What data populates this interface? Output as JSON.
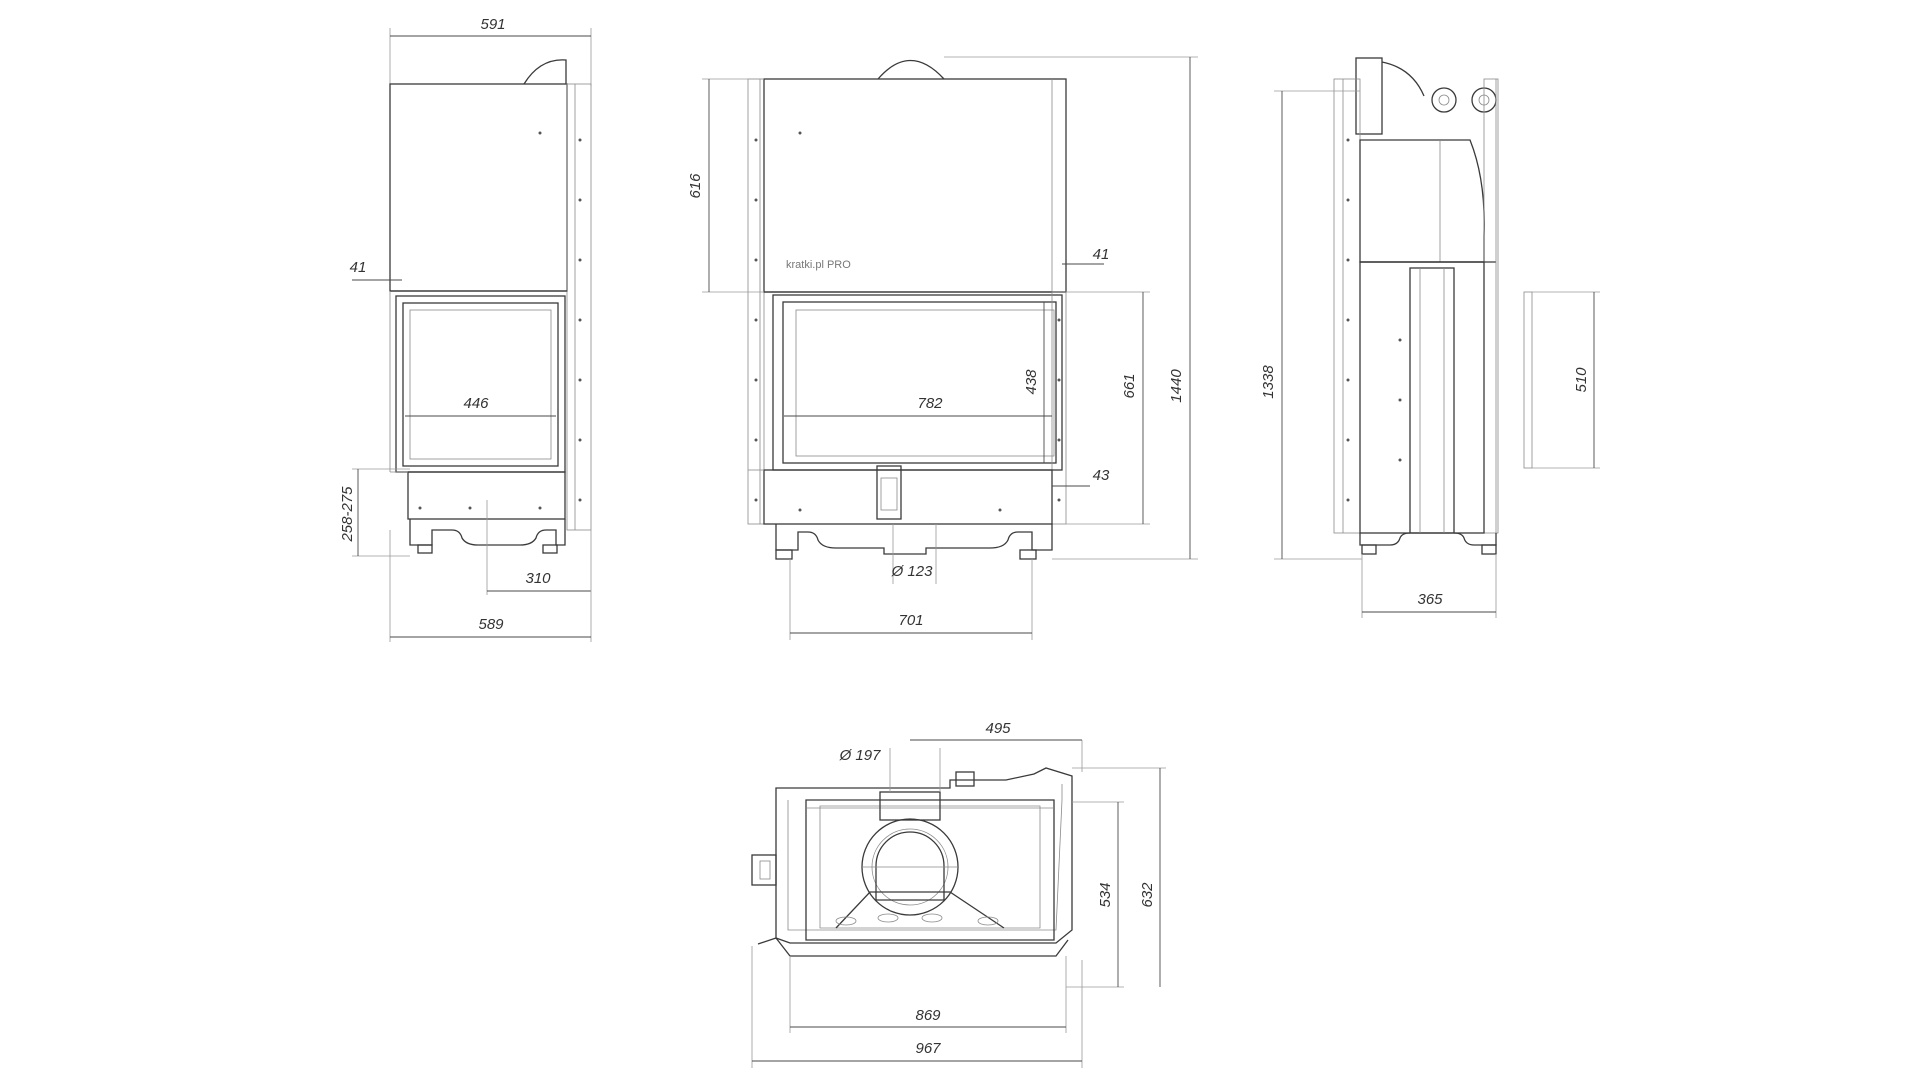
{
  "views": {
    "front_left": {
      "width_top": "591",
      "frame_offset": "41",
      "glass_width": "446",
      "leg_height": "258-275",
      "outlet_offset": "310",
      "base_width": "589"
    },
    "front_main": {
      "top_height": "616",
      "frame_offset": "41",
      "glass_height": "438",
      "glass_width": "782",
      "door_height": "661",
      "total_height": "1440",
      "bottom_offset": "43",
      "air_inlet_diameter": "Ø 123",
      "base_width": "701",
      "brand_text": "kratki.pl PRO"
    },
    "side": {
      "total_height": "1338",
      "door_height": "510",
      "depth": "365"
    },
    "top": {
      "flue_diameter": "Ø 197",
      "flue_offset": "495",
      "depth_inner": "534",
      "depth_outer": "632",
      "width_inner": "869",
      "width_outer": "967"
    }
  }
}
